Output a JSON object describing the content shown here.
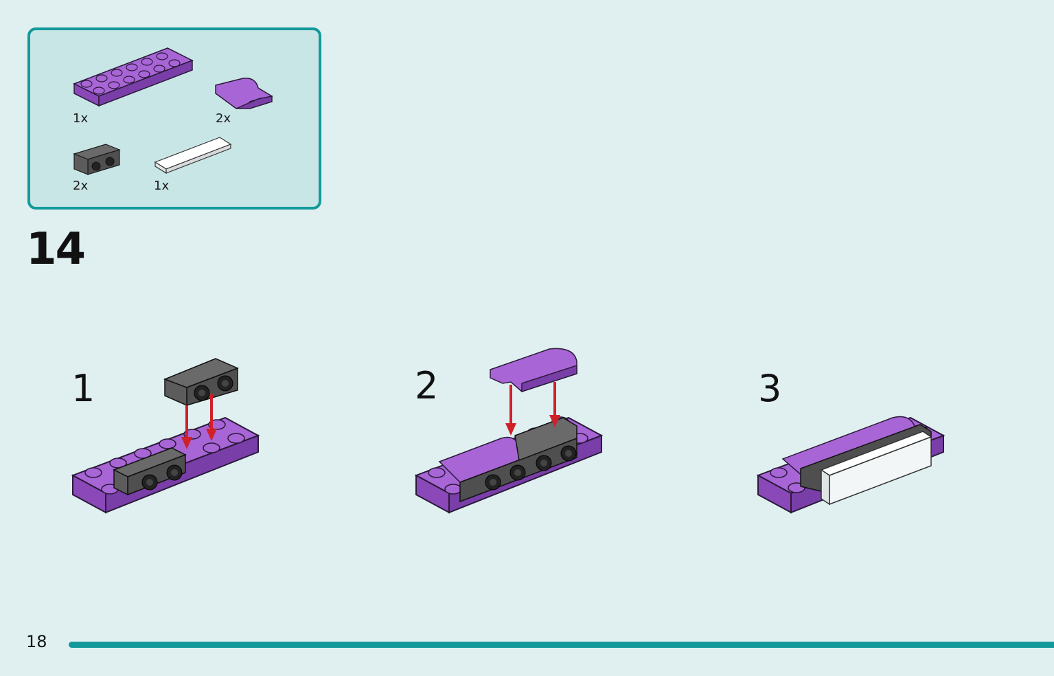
{
  "step": {
    "number": "14"
  },
  "parts": [
    {
      "qty": "1x",
      "name": "plate-2x6-purple"
    },
    {
      "qty": "2x",
      "name": "curved-slope-purple"
    },
    {
      "qty": "2x",
      "name": "bracket-dark-gray"
    },
    {
      "qty": "1x",
      "name": "tile-white"
    }
  ],
  "substeps": [
    {
      "label": "1"
    },
    {
      "label": "2"
    },
    {
      "label": "3"
    }
  ],
  "page": {
    "number": "18"
  },
  "colors": {
    "accent": "#14999a",
    "background": "#e0f0f0",
    "panel": "#c9e6e6",
    "purple": "#9b59c9",
    "purple_dark": "#7a3fa8",
    "gray": "#555555",
    "white_brick": "#f4f6f6",
    "arrow": "#d0202a"
  }
}
